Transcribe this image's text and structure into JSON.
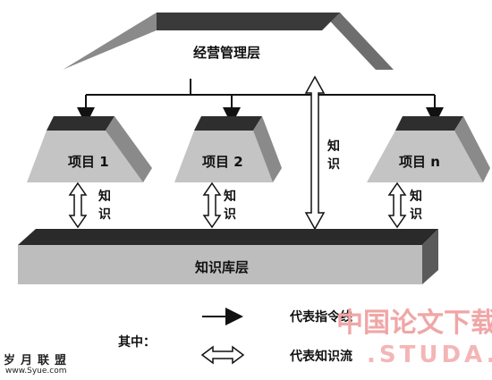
{
  "management_layer": "经营管理层",
  "projects": [
    {
      "label": "项目 1"
    },
    {
      "label": "项目 2"
    },
    {
      "label": "项目 n"
    }
  ],
  "knowledge_label": "知\n识",
  "knowledge_base_layer": "知识库层",
  "legend": {
    "prefix": "其中：",
    "command_line": "代表指令线",
    "knowledge_flow": "代表知识流"
  },
  "watermark": {
    "cn": "中国论文下载",
    "url": ".STUDA.",
    "left_cn": "岁月联盟",
    "left_url": "www.Syue.com"
  },
  "colors": {
    "dark": "#2b2b2b",
    "mid": "#7a7a7a",
    "light": "#c4c4c4",
    "watermark": "#f0a6a6"
  }
}
